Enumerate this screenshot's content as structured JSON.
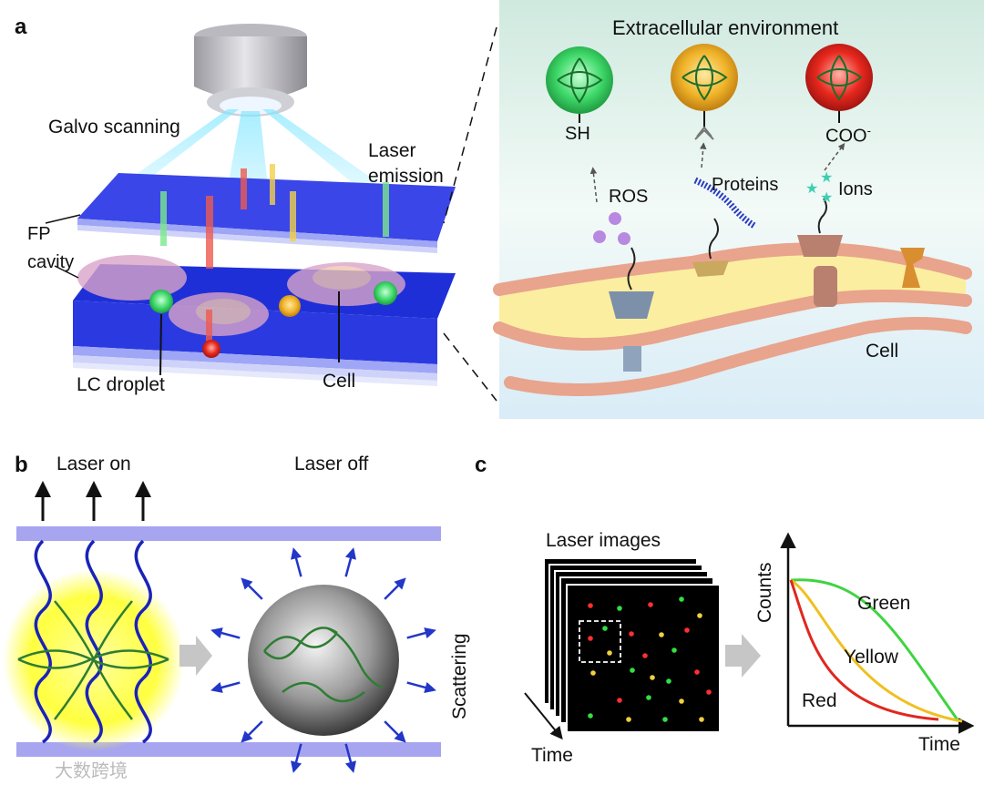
{
  "panel_a": {
    "label": "a",
    "galvo": "Galvo scanning",
    "laser_emission_1": "Laser",
    "laser_emission_2": "emission",
    "fp_1": "FP",
    "fp_2": "cavity",
    "lc_droplet": "LC droplet",
    "cell": "Cell",
    "extracellular": "Extracellular environment",
    "sh": "SH",
    "coo": "COO",
    "coo_sup": "-",
    "ros": "ROS",
    "proteins": "Proteins",
    "ions": "Ions",
    "cell_right": "Cell"
  },
  "panel_b": {
    "label": "b",
    "laser_on": "Laser on",
    "laser_off": "Laser off",
    "scattering": "Scattering"
  },
  "panel_c": {
    "label": "c",
    "laser_images": "Laser images",
    "time_stack": "Time",
    "counts": "Counts",
    "time_axis": "Time",
    "green": "Green",
    "yellow": "Yellow",
    "red": "Red"
  },
  "watermark": "大数跨境",
  "colors": {
    "green_droplet": "#3fd96a",
    "yellow_droplet": "#f0b42a",
    "red_droplet": "#e8281e",
    "cavity_blue": "#1f2fd8",
    "mirror": "#a7a4f0",
    "wave": "#1a23b8"
  }
}
